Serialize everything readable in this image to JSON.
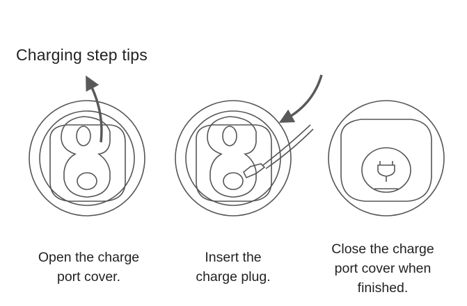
{
  "title": "Charging step tips",
  "steps": [
    {
      "line1": "Open the charge",
      "line2": "port cover."
    },
    {
      "line1": "Insert the",
      "line2": "charge plug."
    },
    {
      "line1": "Close the charge",
      "line2": "port cover when",
      "line3": "finished."
    }
  ],
  "colors": {
    "stroke": "#555555",
    "arrow": "#595959",
    "text": "#222222"
  },
  "icons": [
    "arrow-open-icon",
    "arrow-insert-icon",
    "plug-icon"
  ]
}
